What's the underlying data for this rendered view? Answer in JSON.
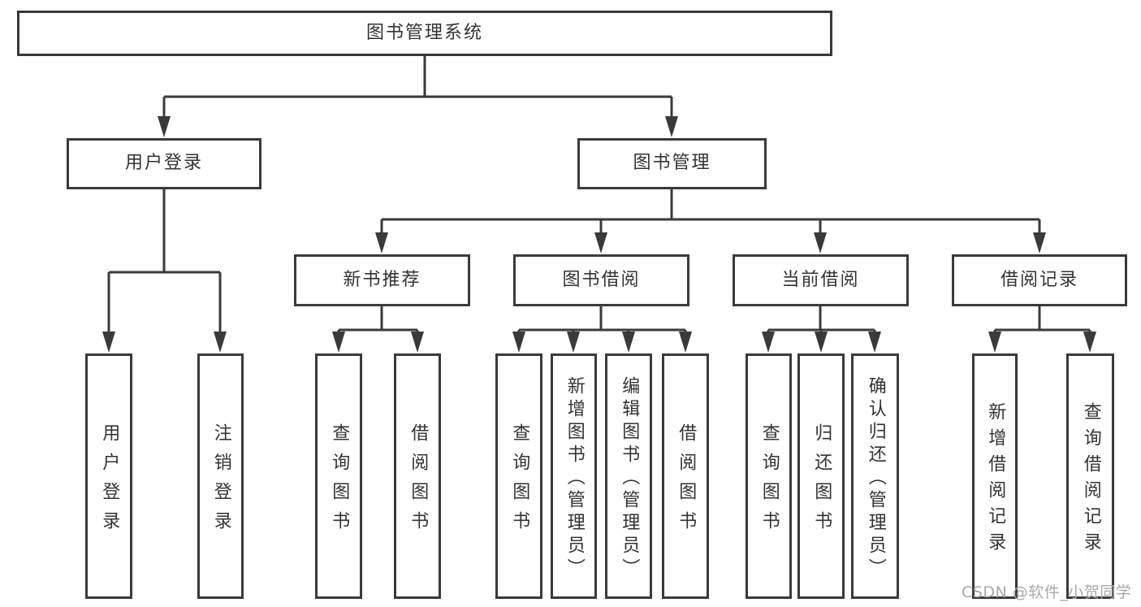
{
  "diagram": {
    "tree": {
      "label": "图书管理系统",
      "children": [
        {
          "label": "用户登录",
          "children": [
            {
              "label": "用户登录"
            },
            {
              "label": "注销登录"
            }
          ]
        },
        {
          "label": "图书管理",
          "children": [
            {
              "label": "新书推荐",
              "children": [
                {
                  "label": "查询图书"
                },
                {
                  "label": "借阅图书"
                }
              ]
            },
            {
              "label": "图书借阅",
              "children": [
                {
                  "label": "查询图书"
                },
                {
                  "label": "新增图书（管理员）"
                },
                {
                  "label": "编辑图书（管理员）"
                },
                {
                  "label": "借阅图书"
                }
              ]
            },
            {
              "label": "当前借阅",
              "children": [
                {
                  "label": "查询图书"
                },
                {
                  "label": "归还图书"
                },
                {
                  "label": "确认归还（管理员）"
                }
              ]
            },
            {
              "label": "借阅记录",
              "children": [
                {
                  "label": "新增借阅记录"
                },
                {
                  "label": "查询借阅记录"
                }
              ]
            }
          ]
        }
      ]
    },
    "colors": {
      "line": "#3a3a3a",
      "border": "#3a3a3a",
      "text": "#333333",
      "background": "#ffffff",
      "watermark": "#a8a8a8"
    }
  },
  "watermark": {
    "text": "CSDN @软件_小贺同学"
  }
}
